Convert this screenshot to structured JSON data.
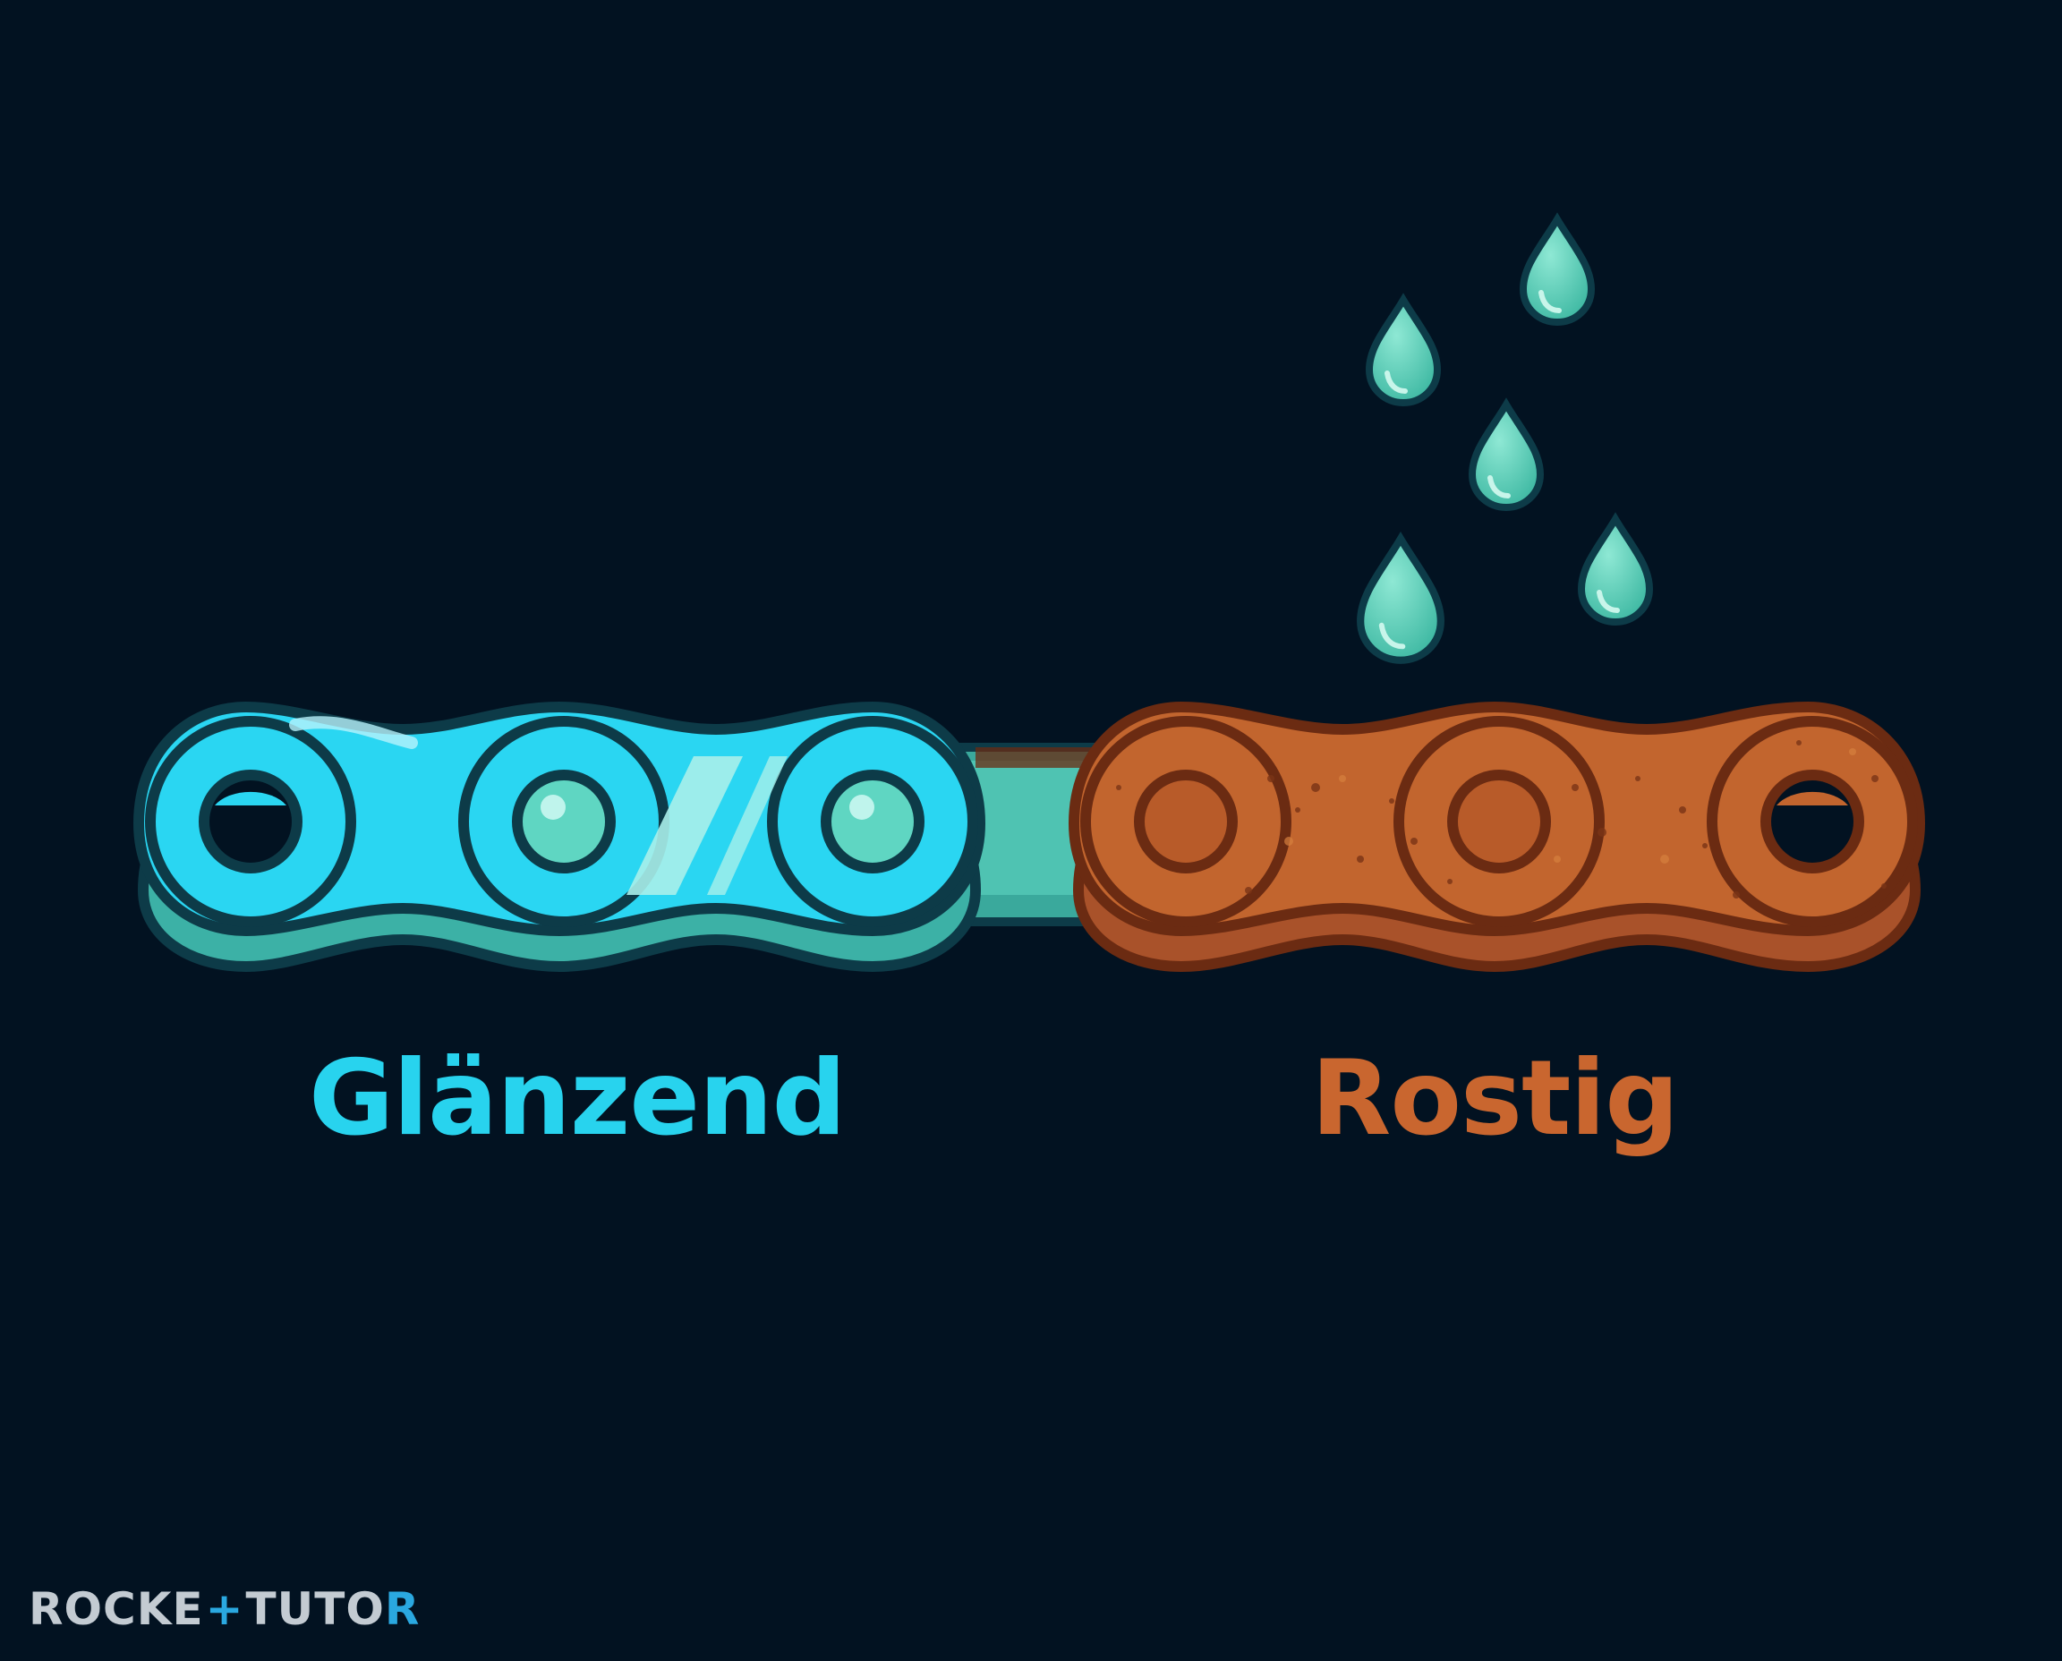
{
  "labels": {
    "shiny": "Glänzend",
    "rusty": "Rostig"
  },
  "brand": {
    "part1": "ROCKE",
    "part2": "TUTO",
    "part3": "R"
  },
  "colors": {
    "background": "#021221",
    "shiny_label": "#28d3ee",
    "rusty_label": "#c9662f",
    "shiny_link": "#2ad6f2",
    "shiny_link_lower": "#49c4b9",
    "rusty_link": "#c2652e",
    "rusty_outline": "#6b2b12",
    "droplet": "#5fd1b8",
    "outline_dark": "#0d3b48",
    "brand_text": "#c3cbd2",
    "brand_accent": "#2aa8e0"
  },
  "icons": {
    "shiny_chain": "shiny-chain-icon",
    "rusty_chain": "rusty-chain-icon",
    "water_drops": "water-drop-icon"
  }
}
